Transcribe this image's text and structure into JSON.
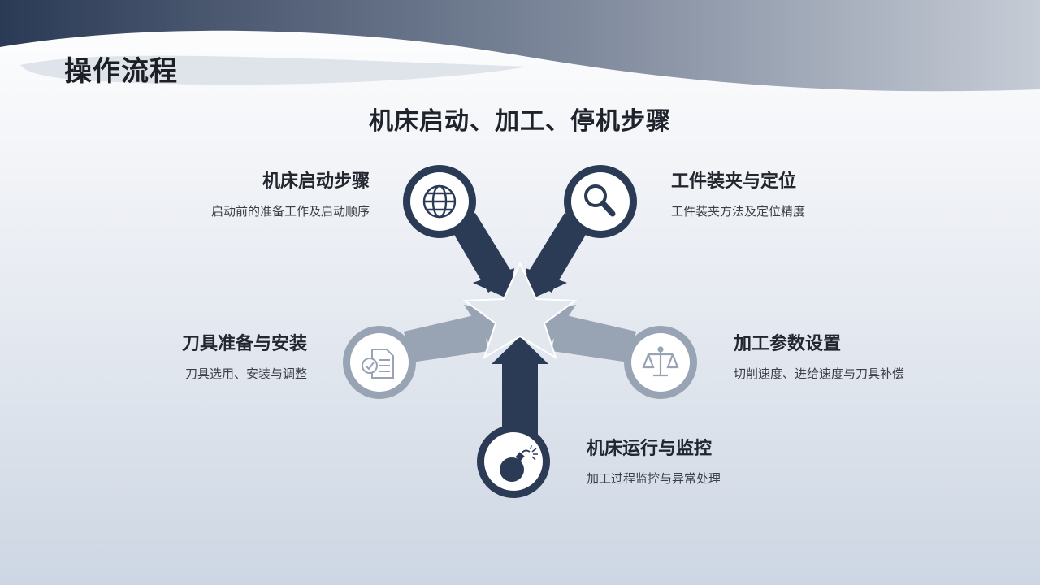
{
  "header": {
    "title": "操作流程"
  },
  "main": {
    "title": "机床启动、加工、停机步骤"
  },
  "steps": [
    {
      "title": "机床启动步骤",
      "desc": "启动前的准备工作及启动顺序",
      "icon": "globe-icon"
    },
    {
      "title": "工件装夹与定位",
      "desc": "工件装夹方法及定位精度",
      "icon": "search-icon"
    },
    {
      "title": "刀具准备与安装",
      "desc": "刀具选用、安装与调整",
      "icon": "document-check-icon"
    },
    {
      "title": "加工参数设置",
      "desc": "切削速度、进给速度与刀具补偿",
      "icon": "scales-icon"
    },
    {
      "title": "机床运行与监控",
      "desc": "加工过程监控与异常处理",
      "icon": "bomb-icon"
    }
  ],
  "colors": {
    "dark": "#2b3a55",
    "light": "#98a3b4",
    "star": "#e3e7ee"
  }
}
